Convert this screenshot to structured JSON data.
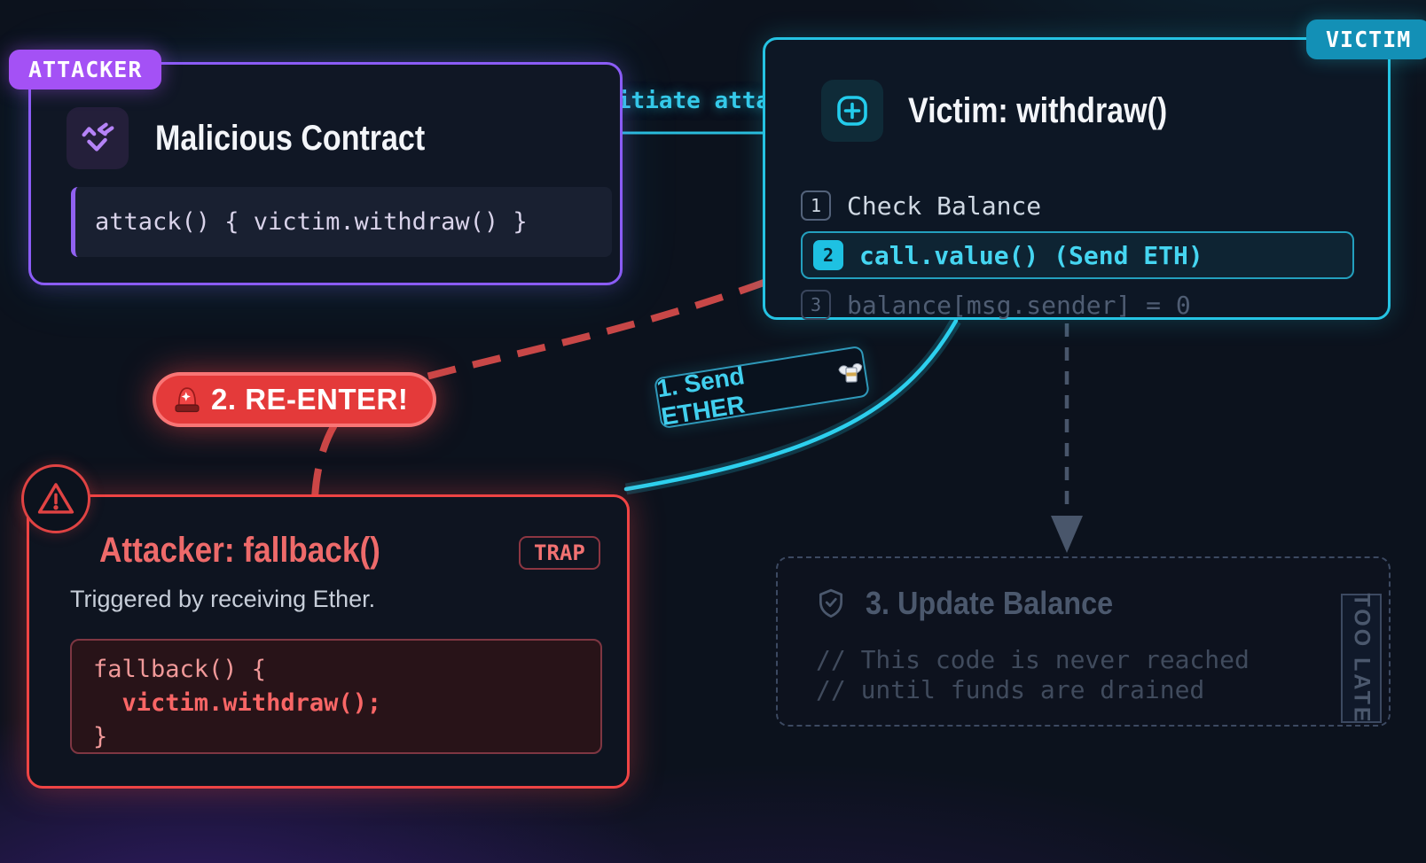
{
  "colors": {
    "background": "#0c121d",
    "attacker_accent": "#a855f7",
    "victim_accent": "#22d3ee",
    "danger_accent": "#ef4444",
    "muted_slate": "#4b586d"
  },
  "attacker_card": {
    "badge": "ATTACKER",
    "icon": "malicious-code-icon",
    "title": "Malicious Contract",
    "code": "attack() { victim.withdraw() }"
  },
  "victim_card": {
    "badge": "VICTIM",
    "icon": "square-plus-icon",
    "title": "Victim: withdraw()",
    "steps": [
      {
        "num": "1",
        "label": "Check Balance",
        "state": "normal"
      },
      {
        "num": "2",
        "label": "call.value() (Send ETH)",
        "state": "active"
      },
      {
        "num": "3",
        "label": "balance[msg.sender] = 0",
        "state": "dimmed"
      }
    ]
  },
  "flow_labels": {
    "initiate_attack": "Initiate attack",
    "send_ether": "1. Send ETHER",
    "send_ether_icon": "money-with-wings-icon",
    "reenter": "2. RE-ENTER!",
    "reenter_icon": "siren-icon"
  },
  "fallback_card": {
    "warning_icon": "warning-triangle-icon",
    "title": "Attacker: fallback()",
    "badge": "TRAP",
    "subtitle": "Triggered by receiving Ether.",
    "code_lines": [
      "fallback() {",
      "  victim.withdraw();",
      "}"
    ]
  },
  "update_card": {
    "icon": "shield-check-icon",
    "title": "3. Update Balance",
    "comment_lines": [
      "// This code is never reached",
      "// until funds are drained"
    ],
    "side_tag": "TOO LATE"
  }
}
